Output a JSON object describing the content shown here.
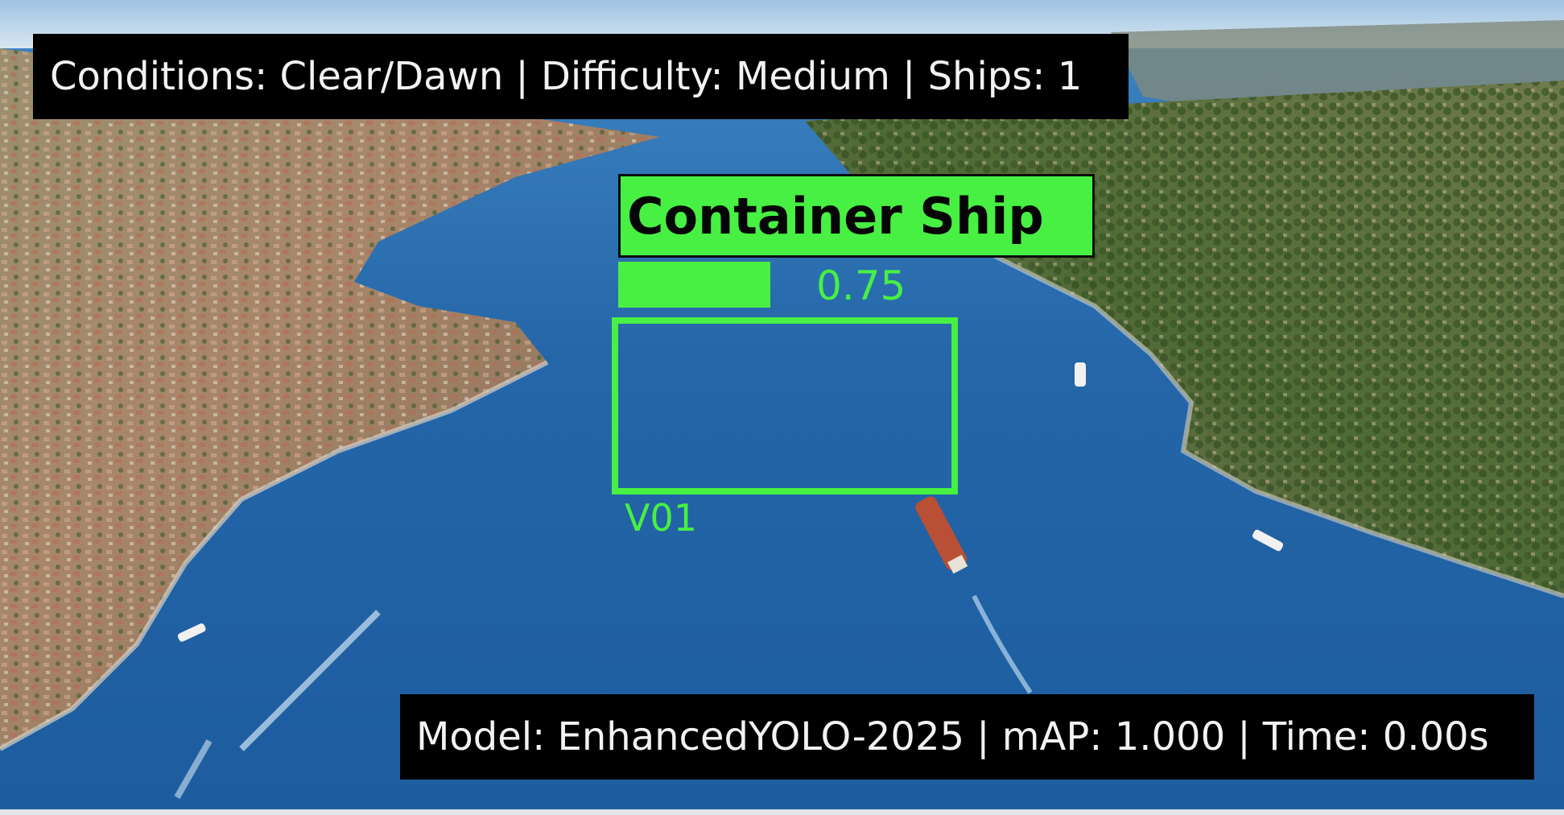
{
  "scene": {
    "description_icon": "aerial-strait-photo-icon"
  },
  "hud_top": {
    "text": "Conditions: Clear/Dawn | Difficulty: Medium | Ships: 1"
  },
  "hud_bottom": {
    "text": "Model: EnhancedYOLO-2025 | mAP: 1.000 | Time: 0.00s"
  },
  "detection": {
    "class_label": "Container Ship",
    "confidence": 0.75,
    "confidence_text": "0.75",
    "id": "V01",
    "color": "#47f043"
  },
  "colors": {
    "hud_background": "#000000",
    "hud_text": "#f2f2f2",
    "water": "#2466a8"
  }
}
